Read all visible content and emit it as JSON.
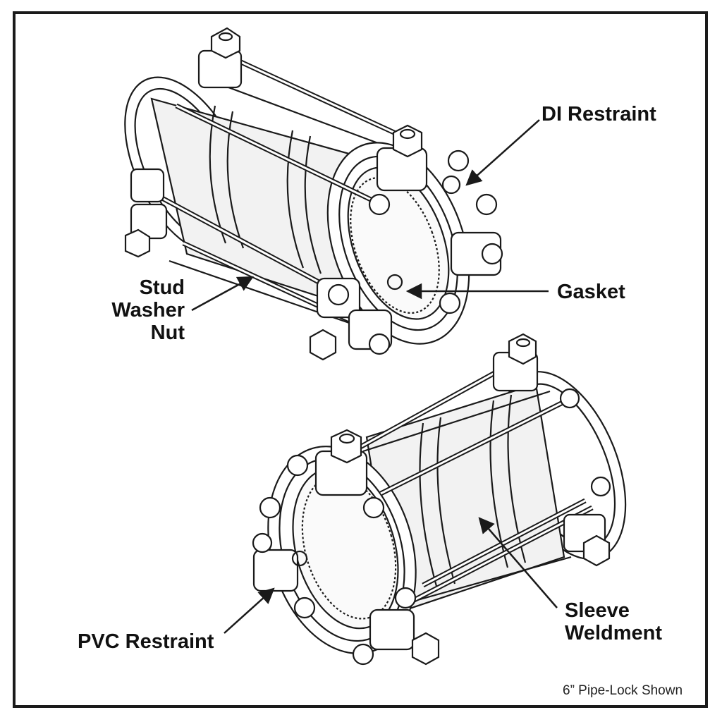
{
  "labels": {
    "di_restraint": "DI Restraint",
    "gasket": "Gasket",
    "stud": "Stud",
    "washer": "Washer",
    "nut": "Nut",
    "sleeve": "Sleeve",
    "weldment": "Weldment",
    "pvc_restraint": "PVC Restraint"
  },
  "caption": "6” Pipe-Lock Shown",
  "colors": {
    "line": "#1a1a1a",
    "fill": "#ffffff",
    "shade": "#e6e6e6"
  }
}
